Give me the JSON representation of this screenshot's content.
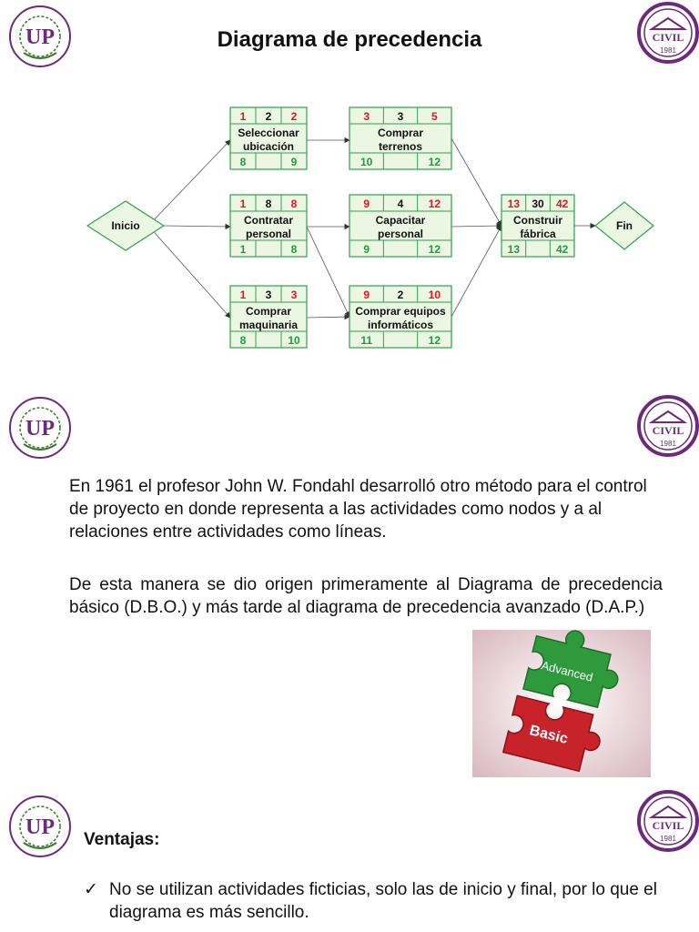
{
  "slide1": {
    "title": "Diagrama de precedencia",
    "start_node": "Inicio",
    "end_node": "Fin",
    "activities": [
      {
        "id": "seleccionar",
        "label_lines": [
          "Seleccionar",
          "ubicación"
        ],
        "top_left": "1",
        "duration": "2",
        "top_right": "2",
        "bottom_left": "8",
        "bottom_right": "9"
      },
      {
        "id": "contratar",
        "label_lines": [
          "Contratar",
          "personal"
        ],
        "top_left": "1",
        "duration": "8",
        "top_right": "8",
        "bottom_left": "1",
        "bottom_right": "8"
      },
      {
        "id": "maquinaria",
        "label_lines": [
          "Comprar",
          "maquinaria"
        ],
        "top_left": "1",
        "duration": "3",
        "top_right": "3",
        "bottom_left": "8",
        "bottom_right": "10"
      },
      {
        "id": "terrenos",
        "label_lines": [
          "Comprar",
          "terrenos"
        ],
        "top_left": "3",
        "duration": "3",
        "top_right": "5",
        "bottom_left": "10",
        "bottom_right": "12"
      },
      {
        "id": "capacitar",
        "label_lines": [
          "Capacitar",
          "personal"
        ],
        "top_left": "9",
        "duration": "4",
        "top_right": "12",
        "bottom_left": "9",
        "bottom_right": "12"
      },
      {
        "id": "equipos",
        "label_lines": [
          "Comprar equipos",
          "informáticos"
        ],
        "top_left": "9",
        "duration": "2",
        "top_right": "10",
        "bottom_left": "11",
        "bottom_right": "12"
      },
      {
        "id": "fabrica",
        "label_lines": [
          "Construir",
          "fábrica"
        ],
        "top_left": "13",
        "duration": "30",
        "top_right": "42",
        "bottom_left": "13",
        "bottom_right": "42"
      }
    ]
  },
  "slide2": {
    "paragraph1": "En 1961 el profesor John W. Fondahl desarrolló otro método para el control de proyecto en donde representa a las actividades como nodos y a al relaciones entre actividades como líneas.",
    "paragraph2": "De esta manera se dio origen primeramente al Diagrama de precedencia básico (D.B.O.) y más tarde al diagrama de precedencia avanzado (D.A.P.)",
    "puzzle_top": "Advanced",
    "puzzle_bottom": "Basic"
  },
  "slide3": {
    "heading": "Ventajas:",
    "bullets": [
      "No se utilizan actividades ficticias, solo las de inicio y final, por lo que el diagrama es más sencillo."
    ]
  },
  "logos": {
    "civil_text": "CIVIL",
    "civil_year": "1981"
  },
  "colors": {
    "early_times": "#e0161e",
    "late_times": "#1f9d3c",
    "box_fill": "#ebf6e3",
    "box_border": "#2fa14a",
    "logo_purple": "#6b2b7a",
    "logo_green": "#3a7a2a"
  }
}
